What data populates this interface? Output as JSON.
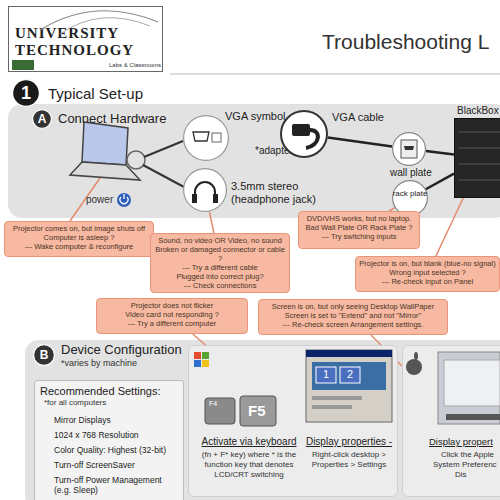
{
  "diagram": {
    "title": "Troubleshooting L",
    "nodes": [
      {
        "text": [
          "UNIVERSITY TECHNOLOGY",
          "Labs & Classrooms"
        ]
      },
      {
        "text": [
          "1",
          "Typical Set-up"
        ]
      },
      {
        "text": [
          "A",
          "Connect Hardware"
        ]
      },
      {
        "text": [
          "VGA symbol",
          "*adapter"
        ]
      },
      {
        "text": [
          "VGA cable"
        ]
      },
      {
        "text": [
          "3.5mm stereo (headphone jack)"
        ]
      },
      {
        "text": [
          "wall plate"
        ]
      },
      {
        "text": [
          "rack plate"
        ]
      },
      {
        "text": [
          "BlackBox"
        ]
      },
      {
        "text": [
          "Projector comes on, but image shuts off",
          "Computer is asleep ?",
          "--- Wake computer & reconfigure"
        ]
      },
      {
        "text": [
          "Sound, no video OR Video, no sound",
          "Broken or damaged connector or cable ?",
          "--- Try a different cable",
          "Plugged into correct plug?",
          "--- Check connections"
        ]
      },
      {
        "text": [
          "DVD/VHS works, but no laptop.",
          "Bad Wall Plate OR Rack Plate ?",
          "--- Try switching inputs"
        ]
      },
      {
        "text": [
          "Projector is on, but blank (blue-no signal)",
          "Wrong input selected ?",
          "--- Re-check input on Panel"
        ]
      },
      {
        "text": [
          "Projector does not flicker",
          "Video card not responding ?",
          "--- Try a different computer"
        ]
      },
      {
        "text": [
          "Screen is on, but only seeing Desktop WallPaper",
          "Screen is set to \"Extend\" and not \"Mirror\"",
          "--- Re-check screen Arrangement settings."
        ]
      },
      {
        "text": [
          "B",
          "Device Configuration",
          "*varies by machine"
        ]
      },
      {
        "text": [
          "Recommended Settings:",
          "*for all computers",
          "Mirror Displays",
          "1024 x 768 Resolution",
          "Color Quality:  Highest (32-bit)",
          "Turn-off ScreenSaver",
          "Turn-off Power Management (e.g. Sleep)"
        ]
      },
      {
        "text": [
          "Activate via keyboard",
          "(fn + F* key) where * is the function key that denotes LCD/CRT switching",
          "Display properties -",
          "Right-click desktop > Properties > Settings"
        ]
      },
      {
        "text": [
          "Display propert",
          "Click the Apple",
          "System Preferenc",
          "Dis"
        ]
      }
    ],
    "edges": [
      {
        "from": 4,
        "to": 6,
        "arrow": "none"
      },
      {
        "from": 6,
        "to": 8,
        "arrow": "none"
      },
      {
        "from": 7,
        "to": 8,
        "arrow": "none"
      },
      {
        "from": 10,
        "to": 5,
        "arrow": "none"
      },
      {
        "from": 11,
        "to": 7,
        "arrow": "none"
      },
      {
        "from": 12,
        "to": 8,
        "arrow": "none"
      },
      {
        "from": 13,
        "to": 17,
        "arrow": "none"
      },
      {
        "from": 14,
        "to": 18,
        "arrow": "none"
      }
    ],
    "labels": [
      "power",
      "F4",
      "F5",
      "1",
      "2"
    ]
  }
}
